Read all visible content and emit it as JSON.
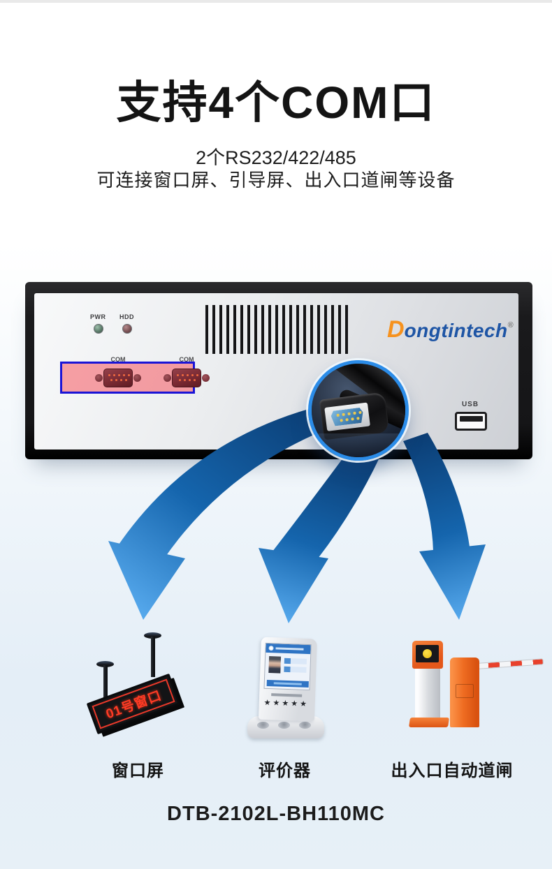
{
  "page": {
    "title": "支持4个COM口",
    "subtitle_line1": "2个RS232/422/485",
    "subtitle_line2": "可连接窗口屏、引导屏、出入口道闸等设备",
    "model_number": "DTB-2102L-BH110MC"
  },
  "computer": {
    "brand": {
      "initial": "D",
      "rest": "ongtintech",
      "registered_mark": "®",
      "initial_color": "#f6921e",
      "rest_color": "#1e55a5"
    },
    "leds": [
      {
        "label": "PWR",
        "color": "#5d7d6c"
      },
      {
        "label": "HDD",
        "color": "#7c5356"
      }
    ],
    "com_ports": [
      {
        "label": "COM"
      },
      {
        "label": "COM"
      }
    ],
    "usb": {
      "label": "USB"
    },
    "highlight_box": {
      "border_color": "#1a14d6",
      "fill_color": "rgba(245,85,95,0.55)"
    }
  },
  "arrows": {
    "gradient_start": "#0b3c72",
    "gradient_mid": "#1565ad",
    "gradient_end": "#57aaee"
  },
  "peripherals": [
    {
      "label": "窗口屏",
      "screen_text": "01号窗口",
      "screen_text_color": "#ff3b25"
    },
    {
      "label": "评价器",
      "stars": "★★★★★"
    },
    {
      "label": "出入口自动道闸"
    }
  ]
}
